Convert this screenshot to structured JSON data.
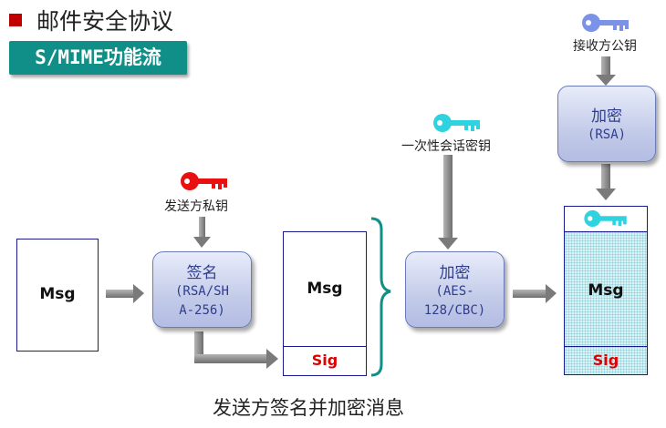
{
  "header": {
    "title": "邮件安全协议"
  },
  "subtitle": "S/MIME功能流",
  "left_msg": "Msg",
  "sign_node": {
    "title": "签名",
    "lines": [
      "(RSA/SH",
      "A-256)"
    ]
  },
  "sender_key_label": "发送方私钥",
  "middle": {
    "msg": "Msg",
    "sig": "Sig"
  },
  "session_key_label": "一次性会话密钥",
  "aes_node": {
    "title": "加密",
    "lines": [
      "(AES-",
      "128/CBC)"
    ]
  },
  "receiver_key_label": "接收方公钥",
  "rsa_node": {
    "title": "加密",
    "lines": [
      "(RSA)"
    ]
  },
  "right": {
    "msg": "Msg",
    "sig": "Sig"
  },
  "caption": "发送方签名并加密消息",
  "colors": {
    "red_key": "#e81010",
    "cyan_key": "#2fd3e0",
    "blue_key": "#7a93e6",
    "teal": "#0f8f87",
    "sig": "#e00000"
  }
}
